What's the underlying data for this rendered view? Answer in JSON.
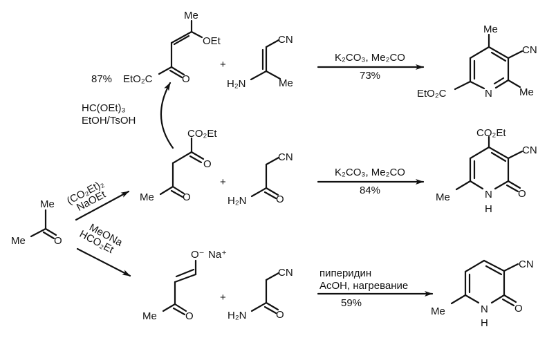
{
  "row1": {
    "enol_ether": {
      "me": "Me",
      "oet": "OEt",
      "ester": "EtO₂C",
      "o": "O",
      "yield": "87%"
    },
    "plus": "+",
    "enamine": {
      "cn": "CN",
      "nh2": "H₂N",
      "me": "Me"
    },
    "conditions": "K₂CO₃, Me₂CO",
    "yield": "73%",
    "product": {
      "me_top": "Me",
      "cn": "CN",
      "me": "Me",
      "n": "N",
      "ester": "EtO₂C"
    }
  },
  "curved_step": {
    "reagent1": "HC(OEt)₃",
    "reagent2": "EtOH/TsOH"
  },
  "row2": {
    "diketoester": {
      "co2et": "CO₂Et",
      "o1": "O",
      "me": "Me",
      "o2": "O"
    },
    "plus": "+",
    "amide": {
      "cn": "CN",
      "nh2": "H₂N",
      "o": "O"
    },
    "conditions": "K₂CO₃, Me₂CO",
    "yield": "84%",
    "product": {
      "co2et": "CO₂Et",
      "cn": "CN",
      "o": "O",
      "n": "N",
      "h": "H",
      "me": "Me"
    }
  },
  "acetone": {
    "me_top": "Me",
    "me_left": "Me",
    "o": "O"
  },
  "upper_branch": {
    "reagent1": "(CO₂Et)₂",
    "reagent2": "NaOEt"
  },
  "lower_branch": {
    "reagent1": "MeONa",
    "reagent2": "HCO₂Et"
  },
  "row3": {
    "enolate": {
      "o_minus": "O⁻",
      "na": "Na⁺",
      "me": "Me",
      "o": "O"
    },
    "plus": "+",
    "amide": {
      "cn": "CN",
      "nh2": "H₂N",
      "o": "O"
    },
    "conditions1": "пиперидин",
    "conditions2": "AcOH, нагревание",
    "yield": "59%",
    "product": {
      "cn": "CN",
      "o": "O",
      "n": "N",
      "h": "H",
      "me": "Me"
    }
  }
}
